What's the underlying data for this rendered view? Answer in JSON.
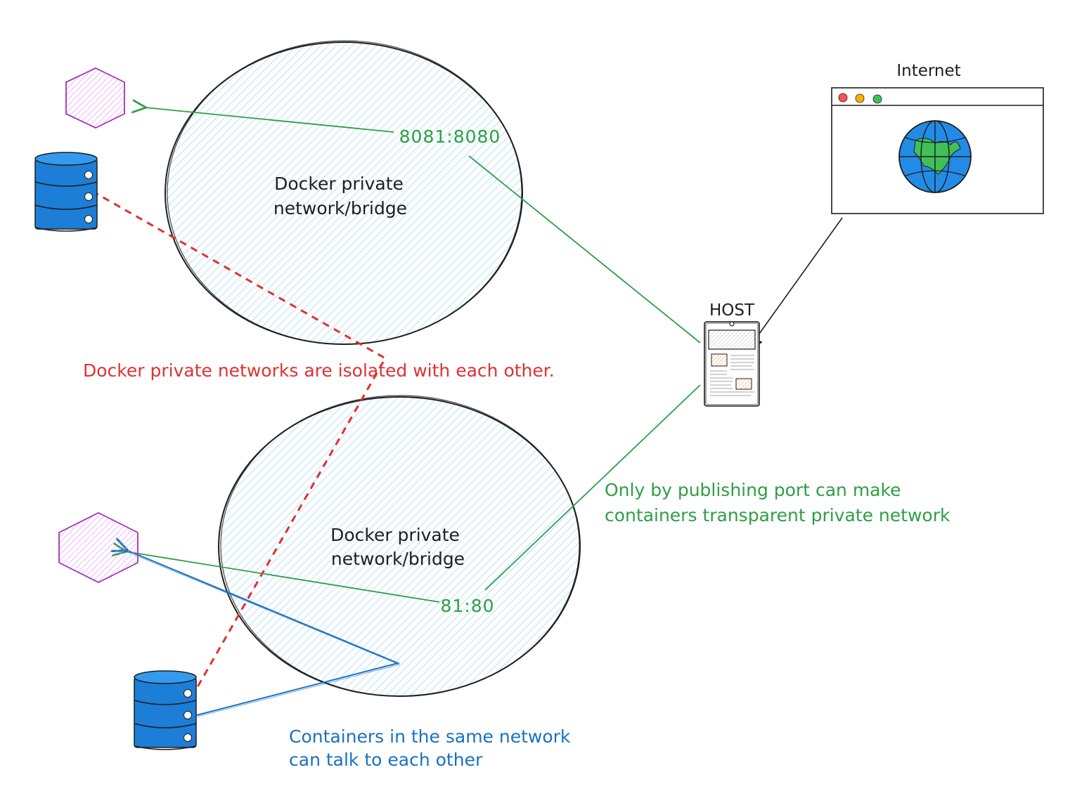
{
  "networks": [
    {
      "label_lines": [
        "Docker private",
        "network/bridge"
      ],
      "port": "8081:8080"
    },
    {
      "label_lines": [
        "Docker private",
        "network/bridge"
      ],
      "port": "81:80"
    }
  ],
  "host": {
    "label": "HOST"
  },
  "internet": {
    "label": "Internet"
  },
  "notes": {
    "isolation": "Docker private networks are isolated with each other.",
    "publishing_line1": "Only by publishing port can make",
    "publishing_line2": "containers transparent private network",
    "same_network_line1": "Containers in the same network",
    "same_network_line2": "can talk to each other"
  },
  "colors": {
    "stroke": "#1e1e1e",
    "hatch": "#a5d8ff",
    "green": "#2f9e44",
    "red": "#e03131",
    "blue": "#1971c2",
    "purple": "#9c36b5",
    "purple_hatch": "#e599f7",
    "db_blue": "#1c7ed6",
    "globe_ocean": "#228be6",
    "globe_land": "#40c057",
    "dot_red": "#fa5252",
    "dot_yellow": "#fab005",
    "dot_green": "#40c057"
  },
  "icons": {
    "container": "hexagon-container-icon",
    "database": "database-icon",
    "host": "host-document-icon",
    "browser": "browser-window-icon",
    "globe": "globe-icon"
  }
}
